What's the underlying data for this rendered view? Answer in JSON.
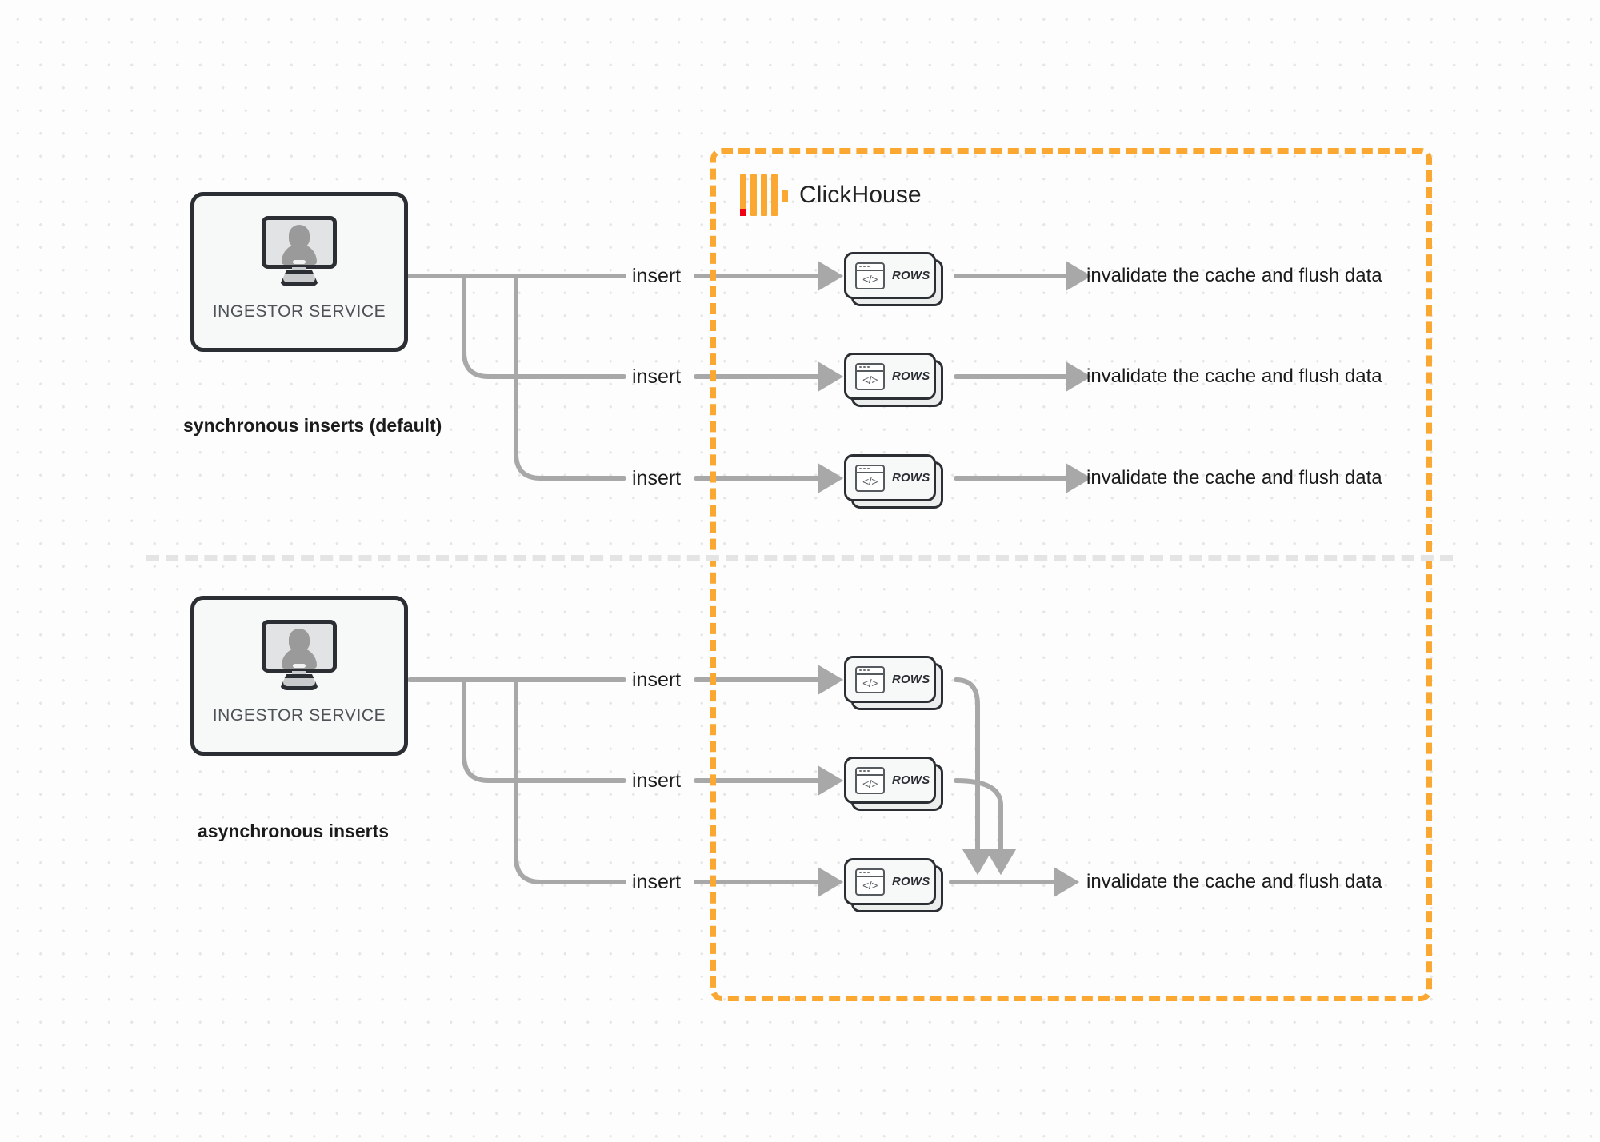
{
  "diagram": {
    "title": "ClickHouse synchronous vs asynchronous inserts",
    "accent_color": "#faa832",
    "wire_color": "#a8a8a8",
    "box_border_color": "#2b2f33"
  },
  "clickhouse": {
    "name": "ClickHouse",
    "logo_name": "clickhouse-logo-icon",
    "bar_color": "#faa832",
    "accent_dot_color": "#ef0013"
  },
  "sections": [
    {
      "id": "synchronous",
      "caption": "synchronous inserts (default)",
      "ingestor_label": "INGESTOR SERVICE",
      "flows": [
        {
          "insert_label": "insert",
          "rows_label": "ROWS",
          "result_label": "invalidate the cache and flush data"
        },
        {
          "insert_label": "insert",
          "rows_label": "ROWS",
          "result_label": "invalidate the cache and flush data"
        },
        {
          "insert_label": "insert",
          "rows_label": "ROWS",
          "result_label": "invalidate the cache and flush data"
        }
      ]
    },
    {
      "id": "asynchronous",
      "caption": "asynchronous inserts",
      "ingestor_label": "INGESTOR SERVICE",
      "flows": [
        {
          "insert_label": "insert",
          "rows_label": "ROWS"
        },
        {
          "insert_label": "insert",
          "rows_label": "ROWS"
        },
        {
          "insert_label": "insert",
          "rows_label": "ROWS"
        }
      ],
      "merged_result_label": "invalidate the cache and flush data"
    }
  ],
  "code_icon": {
    "glyph": "</>"
  }
}
